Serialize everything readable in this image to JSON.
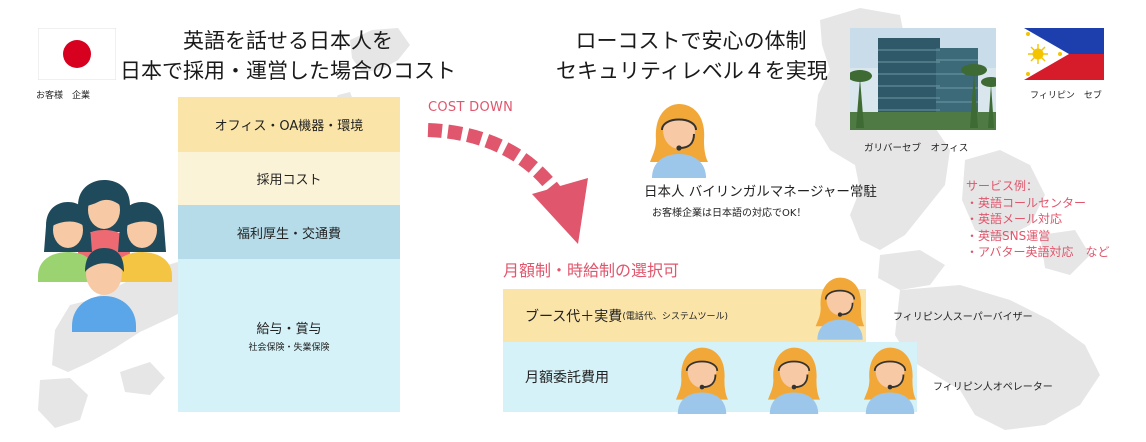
{
  "left_title": {
    "line1": "英語を話せる日本人を",
    "line2": "日本で採用・運営した場合のコスト"
  },
  "right_title": {
    "line1": "ローコストで安心の体制",
    "line2": "セキュリティレベル４を実現"
  },
  "japan": {
    "label": "お客様　企業",
    "flag_icon": "japan-flag-icon"
  },
  "philippines": {
    "label": "フィリピン　セブ",
    "flag_icon": "philippines-flag-icon"
  },
  "japan_costs": [
    {
      "label": "オフィス・OA機器・環境",
      "color": "#fae4a8"
    },
    {
      "label": "採用コスト",
      "color": "#fbf3d8"
    },
    {
      "label": "福利厚生・交通費",
      "color": "#b6dcea"
    },
    {
      "label": "給与・賞与",
      "sub": "社会保険・失業保険",
      "color": "#d5f2f8"
    }
  ],
  "cost_down": "COST DOWN",
  "office_caption": "ガリバーセブ　オフィス",
  "manager": {
    "title": "日本人 バイリンガルマネージャー常駐",
    "subtitle": "お客様企業は日本語の対応でOK！"
  },
  "plan_title": "月額制・時給制の選択可",
  "bands": {
    "booth": {
      "label": "ブース代＋実費",
      "note": "(電話代、システムツール)",
      "color": "#fae4a8"
    },
    "monthly": {
      "label": "月額委託費用",
      "color": "#d5f2f8"
    }
  },
  "supervisor_label": "フィリピン人スーパーバイザー",
  "operator_label": "フィリピン人オペレーター",
  "services": {
    "title": "サービス例：",
    "items": [
      "・英語コールセンター",
      "・英語メール対応",
      "・英語SNS運営",
      "・アバター英語対応　など"
    ]
  },
  "colors": {
    "accent": "#e0566c",
    "map": "#e3e3e3",
    "japan_red": "#d7001e",
    "ph_blue": "#1d3fae",
    "ph_red": "#d61b2b",
    "ph_yellow": "#f4c400"
  }
}
